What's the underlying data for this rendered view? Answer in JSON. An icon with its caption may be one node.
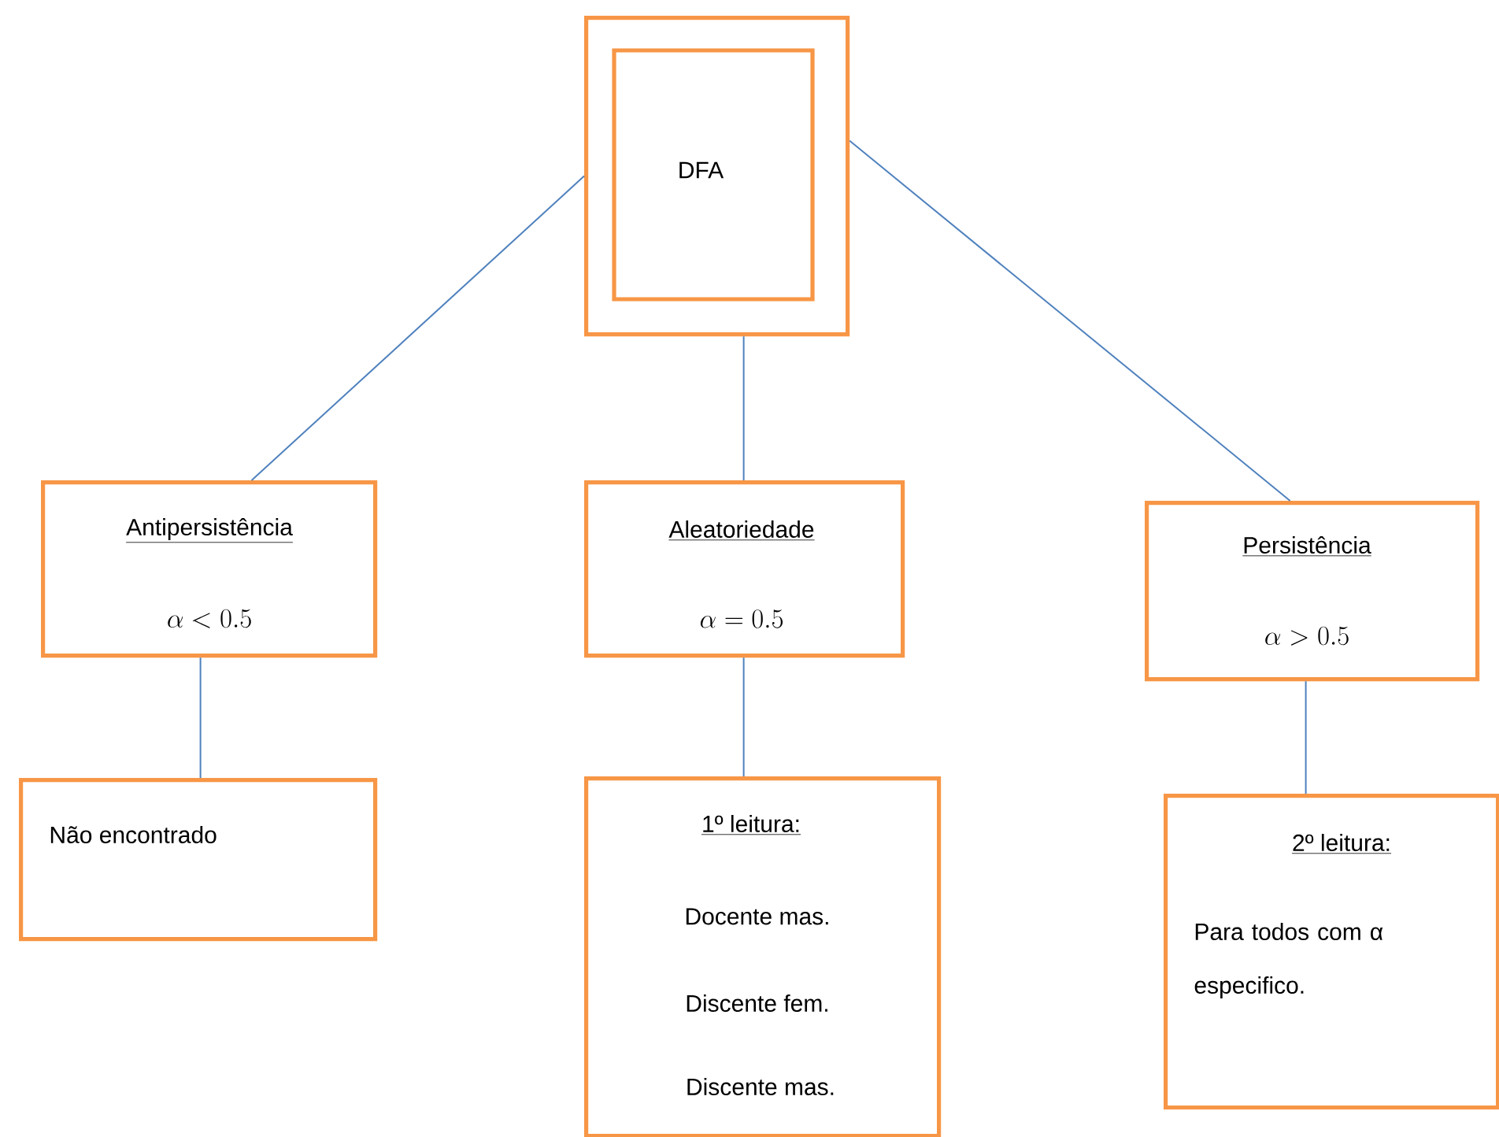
{
  "diagram": {
    "nodes": [
      {
        "text": [
          "DFA"
        ]
      },
      {
        "text": [
          "Antipersistência",
          "\\alpha < 0.5"
        ]
      },
      {
        "text": [
          "Aleatoriedade",
          "\\alpha = 0.5"
        ]
      },
      {
        "text": [
          "Persistência",
          "\\alpha > 0.5"
        ]
      },
      {
        "text": [
          "Não encontrado"
        ]
      },
      {
        "text": [
          "1º leitura:",
          "Docente mas.",
          "Discente fem.",
          "Discente mas."
        ]
      },
      {
        "text": [
          "2º leitura:",
          "Para todos com α especifico."
        ]
      }
    ],
    "edges": [
      {
        "from": 0,
        "to": 1,
        "arrow": "none"
      },
      {
        "from": 0,
        "to": 2,
        "arrow": "none"
      },
      {
        "from": 0,
        "to": 3,
        "arrow": "none"
      },
      {
        "from": 1,
        "to": 4,
        "arrow": "none"
      },
      {
        "from": 2,
        "to": 5,
        "arrow": "none"
      },
      {
        "from": 3,
        "to": 6,
        "arrow": "none"
      }
    ]
  }
}
